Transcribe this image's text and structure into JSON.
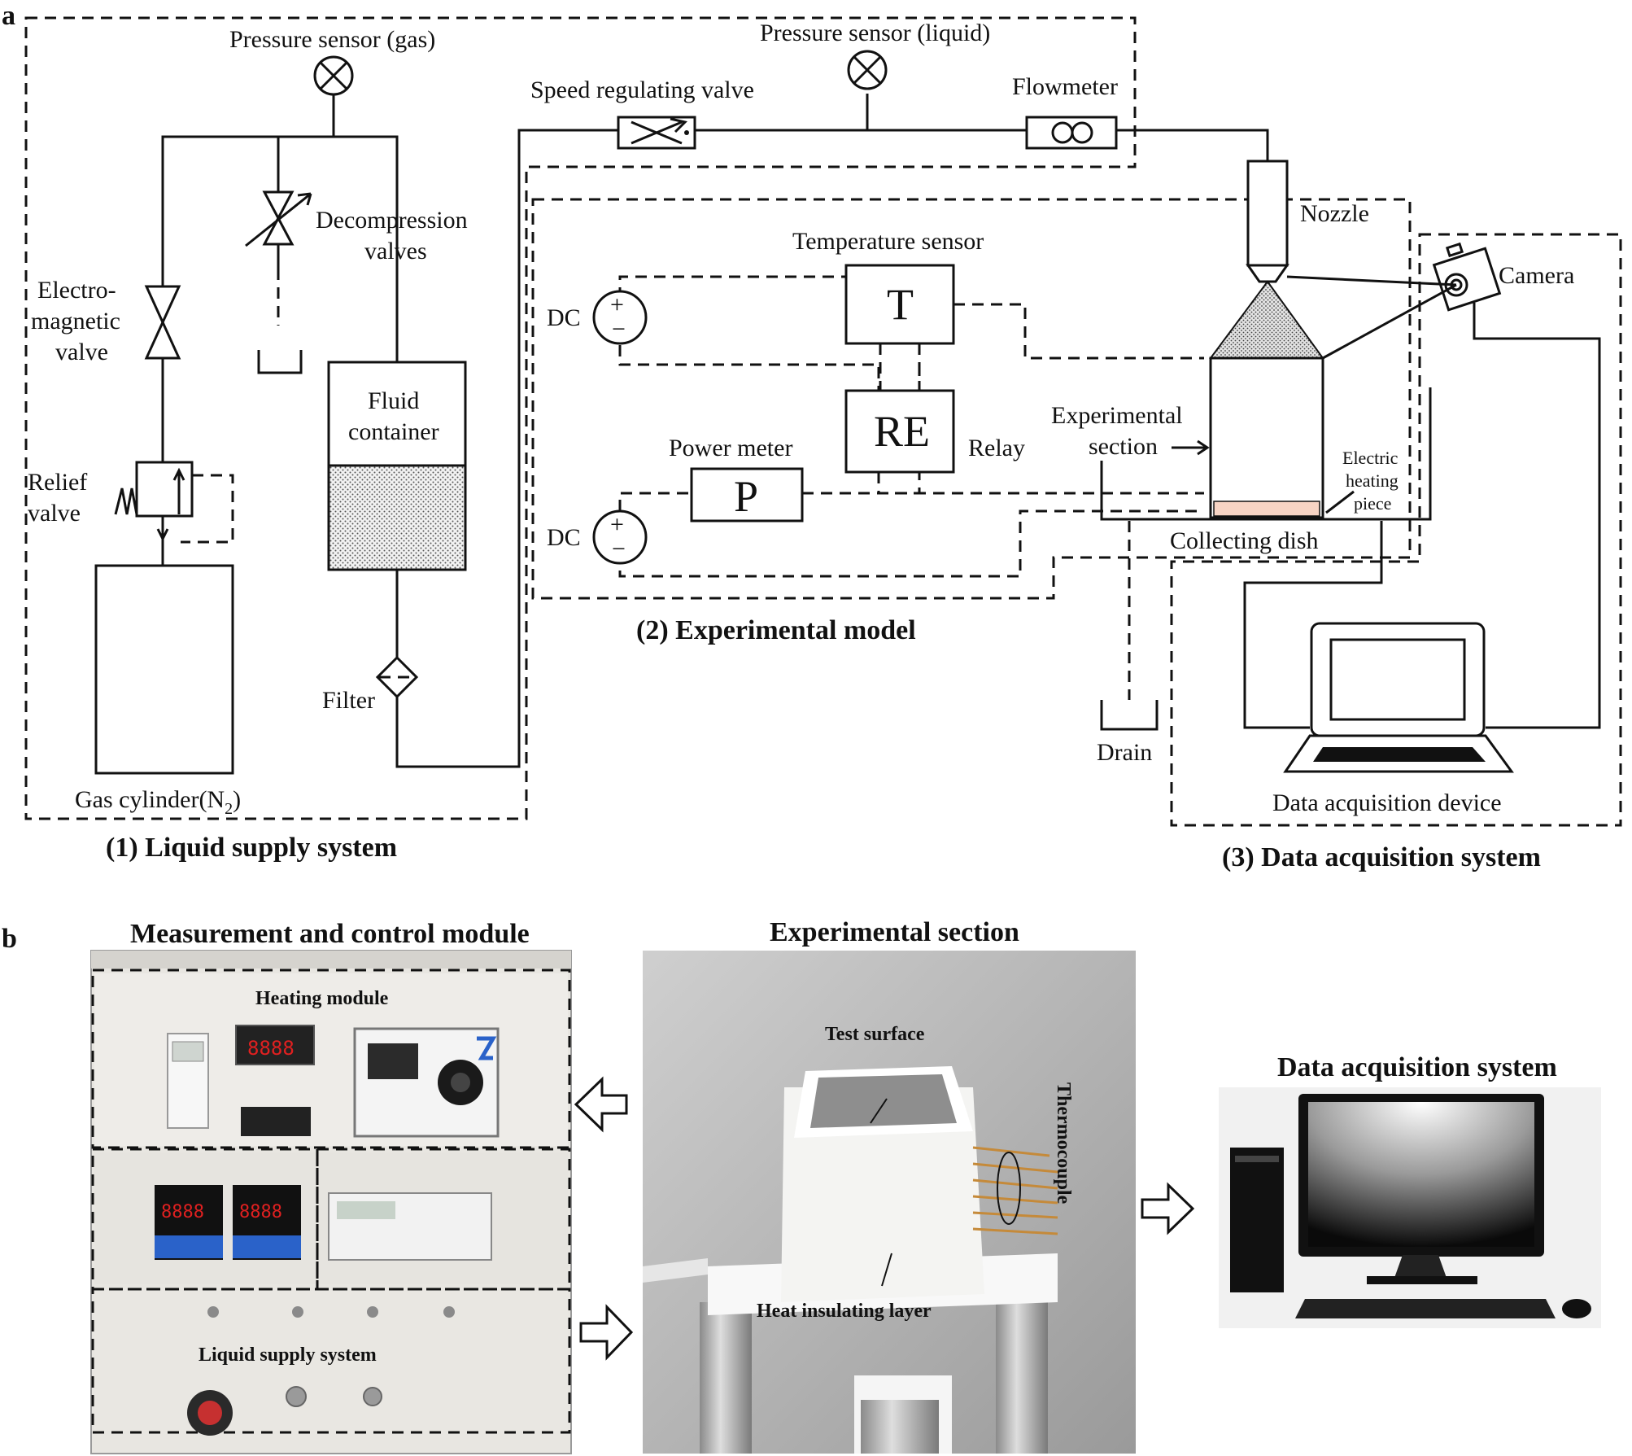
{
  "panel_a": {
    "letter": "a",
    "labels": {
      "pressure_gas": "Pressure sensor (gas)",
      "pressure_liquid": "Pressure sensor (liquid)",
      "speed_valve": "Speed regulating valve",
      "flowmeter": "Flowmeter",
      "decompression_1": "Decompression",
      "decompression_2": "valves",
      "em_valve_1": "Electro-",
      "em_valve_2": "magnetic",
      "em_valve_3": "valve",
      "relief_1": "Relief",
      "relief_2": "valve",
      "fluid_1": "Fluid",
      "fluid_2": "container",
      "filter": "Filter",
      "gas_cylinder": "Gas cylinder(N",
      "gas_cylinder_sub": "2",
      "gas_cylinder_end": ")",
      "nozzle": "Nozzle",
      "camera": "Camera",
      "temp_sensor": "Temperature sensor",
      "temp_symbol": "T",
      "relay_symbol": "RE",
      "relay": "Relay",
      "power_meter": "Power meter",
      "power_symbol": "P",
      "dc_1": "DC",
      "dc_2": "DC",
      "plus": "+",
      "minus": "−",
      "exp_section_1": "Experimental",
      "exp_section_2": "section",
      "heating_1": "Electric",
      "heating_2": "heating",
      "heating_3": "piece",
      "collecting_dish": "Collecting dish",
      "drain": "Drain",
      "daq_device": "Data acquisition device"
    },
    "systems": {
      "liquid_supply": "(1) Liquid supply system",
      "experimental_model": "(2) Experimental model",
      "data_acquisition": "(3) Data acquisition system"
    }
  },
  "panel_b": {
    "letter": "b",
    "measurement_title": "Measurement and control module",
    "heating_module": "Heating module",
    "liquid_supply": "Liquid supply system",
    "experimental_section": "Experimental section",
    "test_surface": "Test    surface",
    "heat_insulating": "Heat insulating layer",
    "thermocouple": "Thermocouple",
    "daq_title": "Data acquisition system",
    "meter_digits": "8888"
  },
  "colors": {
    "heating_piece": "#f7d4c4",
    "photo_panel": "#e8e6e1",
    "photo_dark": "#3a3a3a",
    "meter_red": "#e02020",
    "meter_blue": "#2a62c9",
    "metal": "#b9b9b9"
  }
}
